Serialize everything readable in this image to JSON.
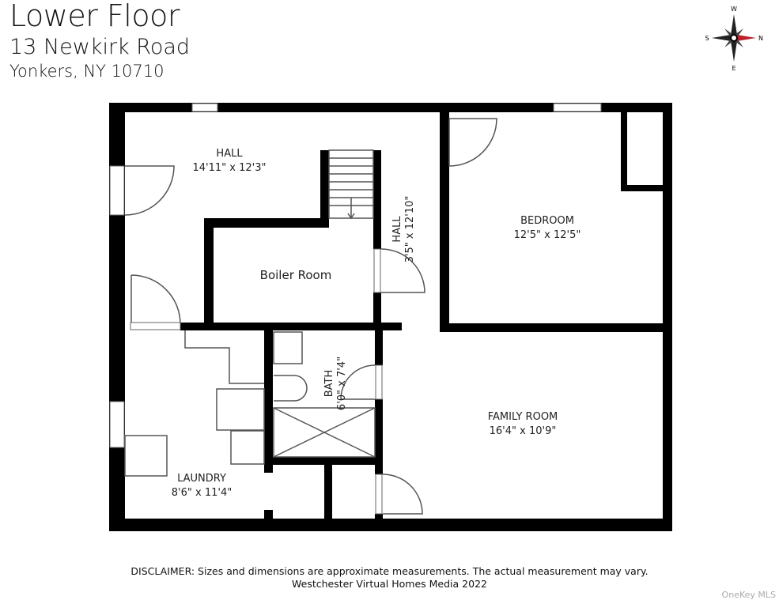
{
  "header": {
    "title": "Lower Floor",
    "street": "13 Newkirk Road",
    "city": "Yonkers, NY 10710"
  },
  "compass": {
    "icon": "compass-rose-icon",
    "labels": {
      "top": "W",
      "right": "N",
      "left": "S",
      "bottom": "E"
    },
    "accent": "#c0202a"
  },
  "rooms": [
    {
      "name": "HALL",
      "dims": "14'11\" x 12'3\""
    },
    {
      "name": "HALL",
      "dims": "3'5\" x 12'10\""
    },
    {
      "name": "Boiler Room",
      "dims": ""
    },
    {
      "name": "BEDROOM",
      "dims": "12'5\" x 12'5\""
    },
    {
      "name": "BATH",
      "dims": "6'0\" x 7'4\""
    },
    {
      "name": "FAMILY ROOM",
      "dims": "16'4\" x 10'9\""
    },
    {
      "name": "LAUNDRY",
      "dims": "8'6\" x 11'4\""
    }
  ],
  "footer": {
    "disclaimer": "DISCLAIMER: Sizes and dimensions are approximate measurements. The actual measurement may vary.",
    "credit": "Westchester Virtual Homes Media 2022",
    "watermark": "OneKey MLS"
  }
}
